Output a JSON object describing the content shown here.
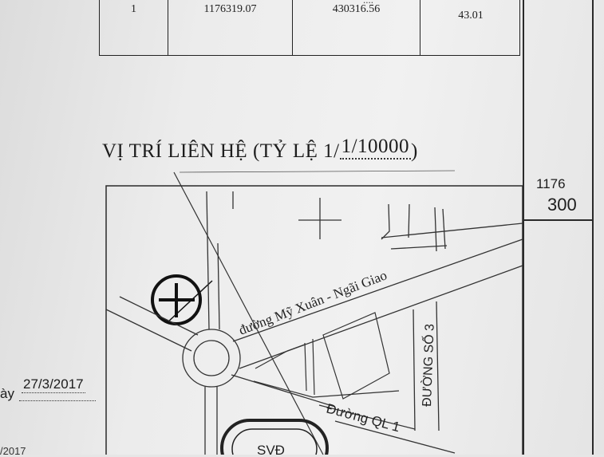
{
  "table": {
    "point_id": "1",
    "x": "1176319.07",
    "y": "430316.56",
    "distance": "43.01",
    "distance_above_fragment": "...."
  },
  "map": {
    "title_prefix": "VỊ TRÍ LIÊN HỆ (TỶ LỆ 1/",
    "title_scale": "1/10000",
    "title_suffix": ")",
    "grid_label_1": "1176",
    "grid_label_2": "300",
    "road_my_xuan": "đường Mỹ Xuân - Ngãi Giao",
    "road_so_3": "ĐƯỜNG SỐ 3",
    "road_ql1": "Đường QL 1",
    "stadium": "SVĐ"
  },
  "date": {
    "prefix": "ày",
    "value": "27/3/2017"
  },
  "fragment": {
    "bottom_left": "/2017"
  }
}
